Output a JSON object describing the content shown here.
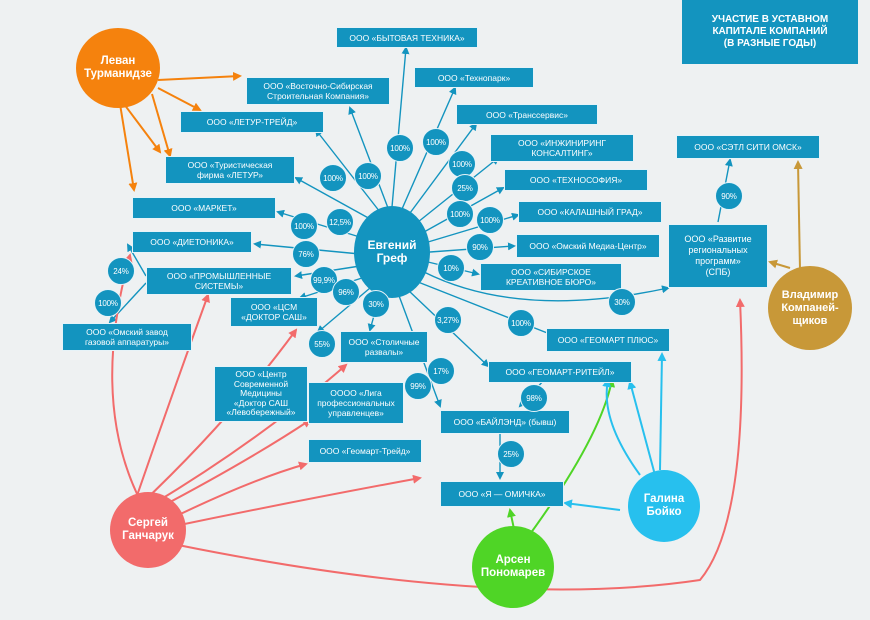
{
  "title": "УЧАСТИЕ В УСТАВНОМ\nКАПИТАЛЕ КОМПАНИЙ\n(В РАЗНЫЕ ГОДЫ)",
  "colors": {
    "box": "#1394bf",
    "center": "#1394bf",
    "levan": "#f5820d",
    "sergey": "#f26b6b",
    "arsen": "#4fd526",
    "galina": "#27c0ee",
    "vladimir": "#c89838"
  },
  "persons": {
    "gref": "Евгений\nГреф",
    "levan": "Леван\nТурманидзе",
    "sergey": "Сергей\nГанчарук",
    "arsen": "Арсен\nПономарев",
    "galina": "Галина\nБойко",
    "vladimir": "Владимир\nКомпаней-\nщиков"
  },
  "companies": {
    "bytovaya": "ООО «БЫТОВАЯ ТЕХНИКА»",
    "vostochno": "ООО «Восточно-Сибирская\nСтроительная Компания»",
    "technopark": "ООО «Технопарк»",
    "letur_treid": "ООО «ЛЕТУР-ТРЕЙД»",
    "transservis": "ООО «Транссервис»",
    "turfirma": "ООО «Туристическая\nфирма «ЛЕТУР»",
    "inzhiniring": "ООО «ИНЖИНИРИНГ\nКОНСАЛТИНГ»",
    "technosofia": "ООО «ТЕХНОСОФИЯ»",
    "market": "ООО «МАРКЕТ»",
    "kalashny": "ООО «КАЛАШНЫЙ ГРАД»",
    "dietonika": "ООО «ДИЕТОНИКА»",
    "media": "ООО «Омский Медиа-Центр»",
    "prom": "ООО «ПРОМЫШЛЕННЫЕ\nСИСТЕМЫ»",
    "sibirskoe": "ООО «СИБИРСКОЕ\nКРЕАТИВНОЕ БЮРО»",
    "zavod": "ООО «Омский завод\nгазовой аппаратуры»",
    "csm": "ООО «ЦСМ\n«ДОКТОР САШ»",
    "stolichnye": "ООО «Столичные\nразвалы»",
    "centr": "ООО «Центр\nСовременной\nМедицины\n«Доктор САШ\n«Левобережный»",
    "liga": "ОООО «Лига\nпрофессиональных\nуправленцев»",
    "geomart_plus": "ООО «ГЕОМАРТ ПЛЮС»",
    "geomart_reteil": "ООО «ГЕОМАРТ-РИТЕЙЛ»",
    "bailend": "ООО «БАЙЛЭНД» (бывш)",
    "geomart_treid": "ООО «Геомарт-Трейд»",
    "omichka": "ООО «Я — ОМИЧКА»",
    "setl": "ООО «СЭТЛ СИТИ ОМСК»",
    "razvitie": "ООО «Развитие\nрегиональных\nпрограмм»\n(СПБ)"
  },
  "shares": {
    "bytovaya": "100%",
    "technopark": "100%",
    "transservis": "100%",
    "inzhiniring": "25%",
    "technosofia": "100%",
    "kalashny": "100%",
    "media": "90%",
    "sibirskoe": "10%",
    "vostochno": "100%",
    "letur_treid": "100%",
    "market": "12,5%",
    "turfirma": "100%",
    "dietonika": "76%",
    "prom": "99,9%",
    "csm": "96%",
    "centr": "55%",
    "stolichnye": "30%",
    "liga": "99%",
    "geomart_reteil": "17%",
    "bailend": "3,27%",
    "geomart_plus": "100%",
    "razvitie": "30%",
    "zavod": "100%",
    "dietonika_prom": "24%",
    "setl": "90%",
    "geomart_reteil_bailend": "98%",
    "omichka": "25%"
  }
}
